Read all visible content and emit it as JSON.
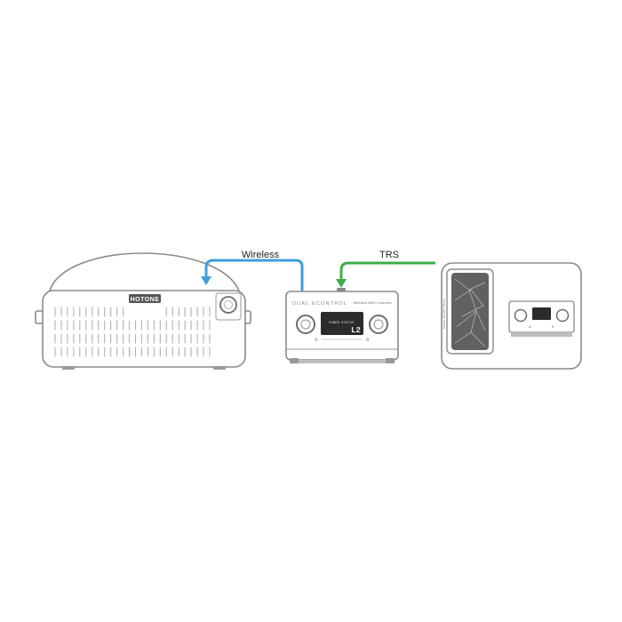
{
  "connections": {
    "wireless": {
      "label": "Wireless",
      "color": "#3d9fdb"
    },
    "trs": {
      "label": "TRS",
      "color": "#3cae4a"
    }
  },
  "amplifier": {
    "brand": "HOTONE"
  },
  "footswitch_controller": {
    "brand": "DUAL ECONTROL",
    "subtitle": "Wireless MIDI Controller",
    "screen": {
      "left_text": "POWER",
      "right_text": "STATUS",
      "big_text": "L2"
    },
    "switch_a_label": "A",
    "switch_b_label": "B"
  },
  "external_setup": {
    "pedal_side_text": "DUAL ECONTROL",
    "mini_switch_a_label": "A",
    "mini_switch_b_label": "B"
  }
}
